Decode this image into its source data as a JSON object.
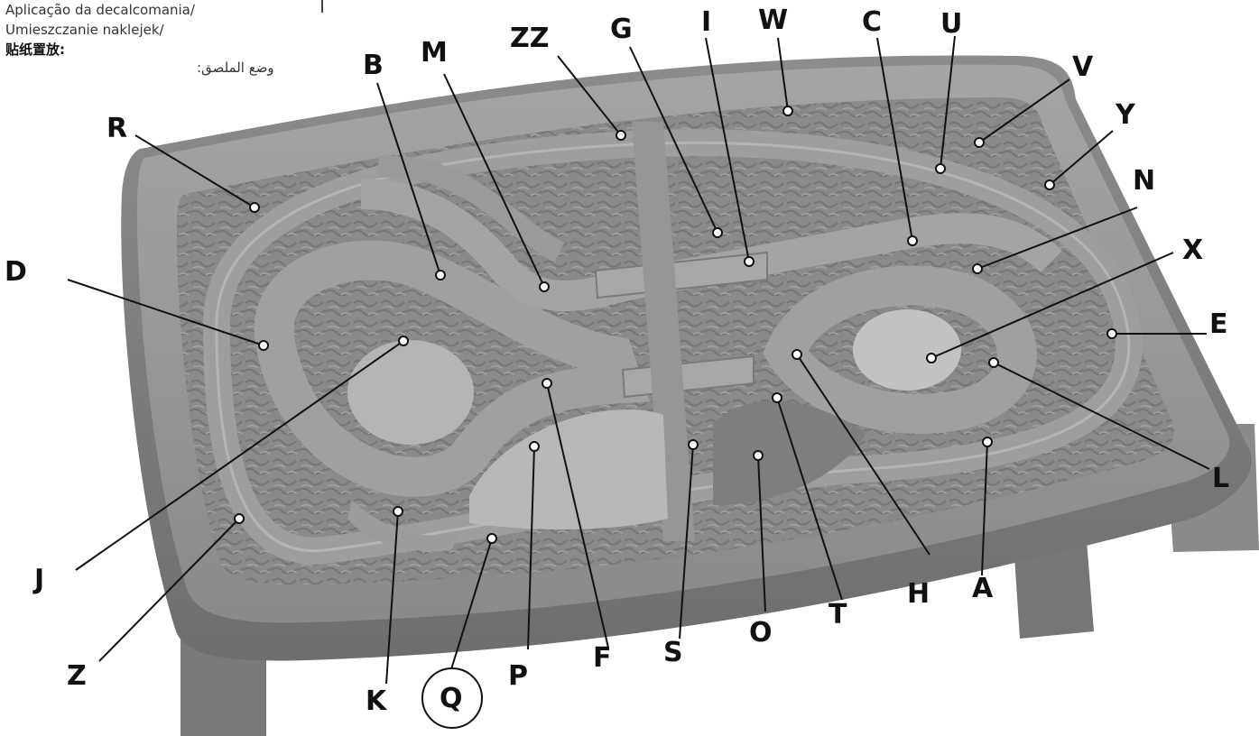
{
  "header": {
    "line1": "Aplicação da decalcomania/",
    "line2": "Umieszczanie naklejek/",
    "line3": "贴纸置放:",
    "arabic": "وضع الملصق:"
  },
  "labels": {
    "A": "A",
    "B": "B",
    "C": "C",
    "D": "D",
    "E": "E",
    "F": "F",
    "G": "G",
    "H": "H",
    "I": "I",
    "J": "J",
    "K": "K",
    "L": "L",
    "M": "M",
    "N": "N",
    "O": "O",
    "P": "P",
    "Q": "Q",
    "R": "R",
    "S": "S",
    "T": "T",
    "U": "U",
    "V": "V",
    "W": "W",
    "X": "X",
    "Y": "Y",
    "Z": "Z",
    "ZZ": "ZZ"
  },
  "colors": {
    "table": "#8e8e8e",
    "table_light": "#a9a9a9",
    "table_dark": "#6a6a6a",
    "track": "#9b9b9b",
    "leader_line": "#111111"
  }
}
